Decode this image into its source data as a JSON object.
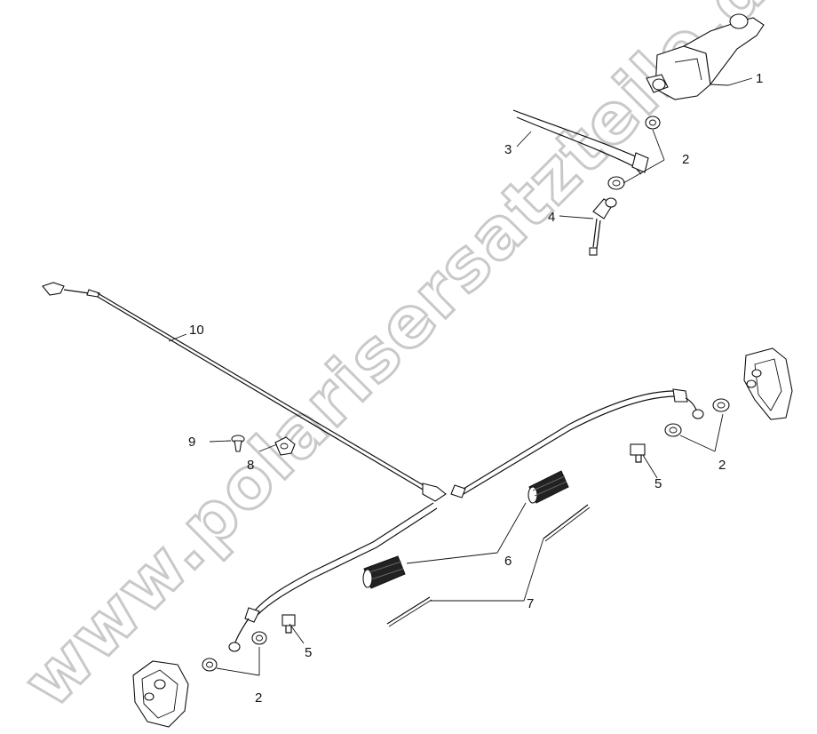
{
  "watermark": {
    "text": "www.polarisersatzteile.de"
  },
  "callouts": [
    "1",
    "2",
    "3",
    "4",
    "5",
    "6",
    "7",
    "8",
    "9",
    "10"
  ]
}
